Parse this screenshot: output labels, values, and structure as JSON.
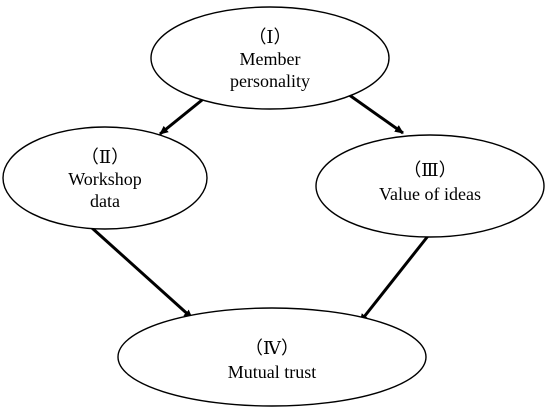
{
  "nodes": {
    "personality": {
      "numeral": "（Ⅰ）",
      "line1": "Member",
      "line2": "personality"
    },
    "workshop": {
      "numeral": "（Ⅱ）",
      "line1": "Workshop",
      "line2": "data"
    },
    "ideas": {
      "numeral": "（Ⅲ）",
      "line1": "Value of ideas"
    },
    "trust": {
      "numeral": "（Ⅳ）",
      "line1": "Mutual trust"
    }
  },
  "edges": [
    {
      "from": "personality",
      "to": "workshop"
    },
    {
      "from": "personality",
      "to": "ideas"
    },
    {
      "from": "workshop",
      "to": "trust"
    },
    {
      "from": "ideas",
      "to": "trust"
    }
  ],
  "colors": {
    "stroke": "#000000",
    "fill": "#ffffff",
    "text": "#000000"
  }
}
